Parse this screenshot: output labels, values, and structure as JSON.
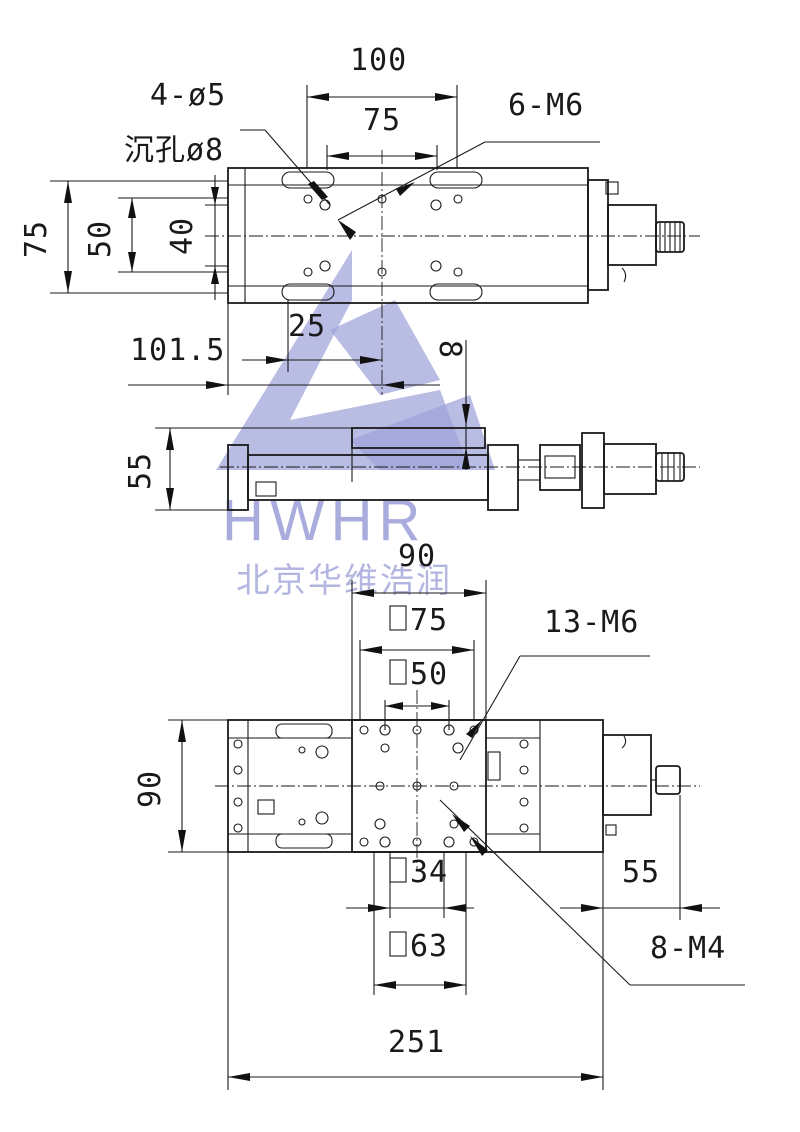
{
  "watermark": {
    "brand": "HWHR",
    "company_cn": "北京华维浩润",
    "color": "#9ea2d8"
  },
  "top_view": {
    "dim_100": "100",
    "dim_75_h": "75",
    "dim_4phi5": "4-ø5",
    "dim_counterbore": "沉孔ø8",
    "dim_6m6": "6-M6",
    "dim_75_v": "75",
    "dim_50_v": "50",
    "dim_40_v": "40",
    "dim_25": "25",
    "dim_101_5": "101.5",
    "dim_8": "8"
  },
  "side_view": {
    "dim_55": "55"
  },
  "bottom_view": {
    "dim_90_top": "90",
    "dim_sq75": "75",
    "dim_13m6": "13-M6",
    "dim_sq50": "50",
    "dim_90_left": "90",
    "dim_sq34": "34",
    "dim_55": "55",
    "dim_sq63": "63",
    "dim_8m4": "8-M4",
    "dim_251": "251"
  },
  "colors": {
    "line": "#1a1a1a",
    "background": "#ffffff"
  }
}
